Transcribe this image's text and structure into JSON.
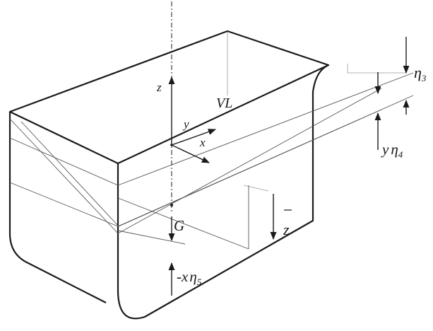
{
  "labels": {
    "z_axis": "z",
    "y_axis": "y",
    "x_axis": "x",
    "waterline": "VL",
    "center_of_gravity": "G",
    "z_bar": "z",
    "heave": "η",
    "heave_sub": "3",
    "roll_y": "y",
    "roll": "η",
    "roll_sub": "4",
    "pitch_prefix": "-x",
    "pitch": "η",
    "pitch_sub": "5"
  },
  "colors": {
    "outline": "#1a1a1a",
    "construction_lines": "#555555",
    "hidden_lines": "#9a9a9a"
  }
}
